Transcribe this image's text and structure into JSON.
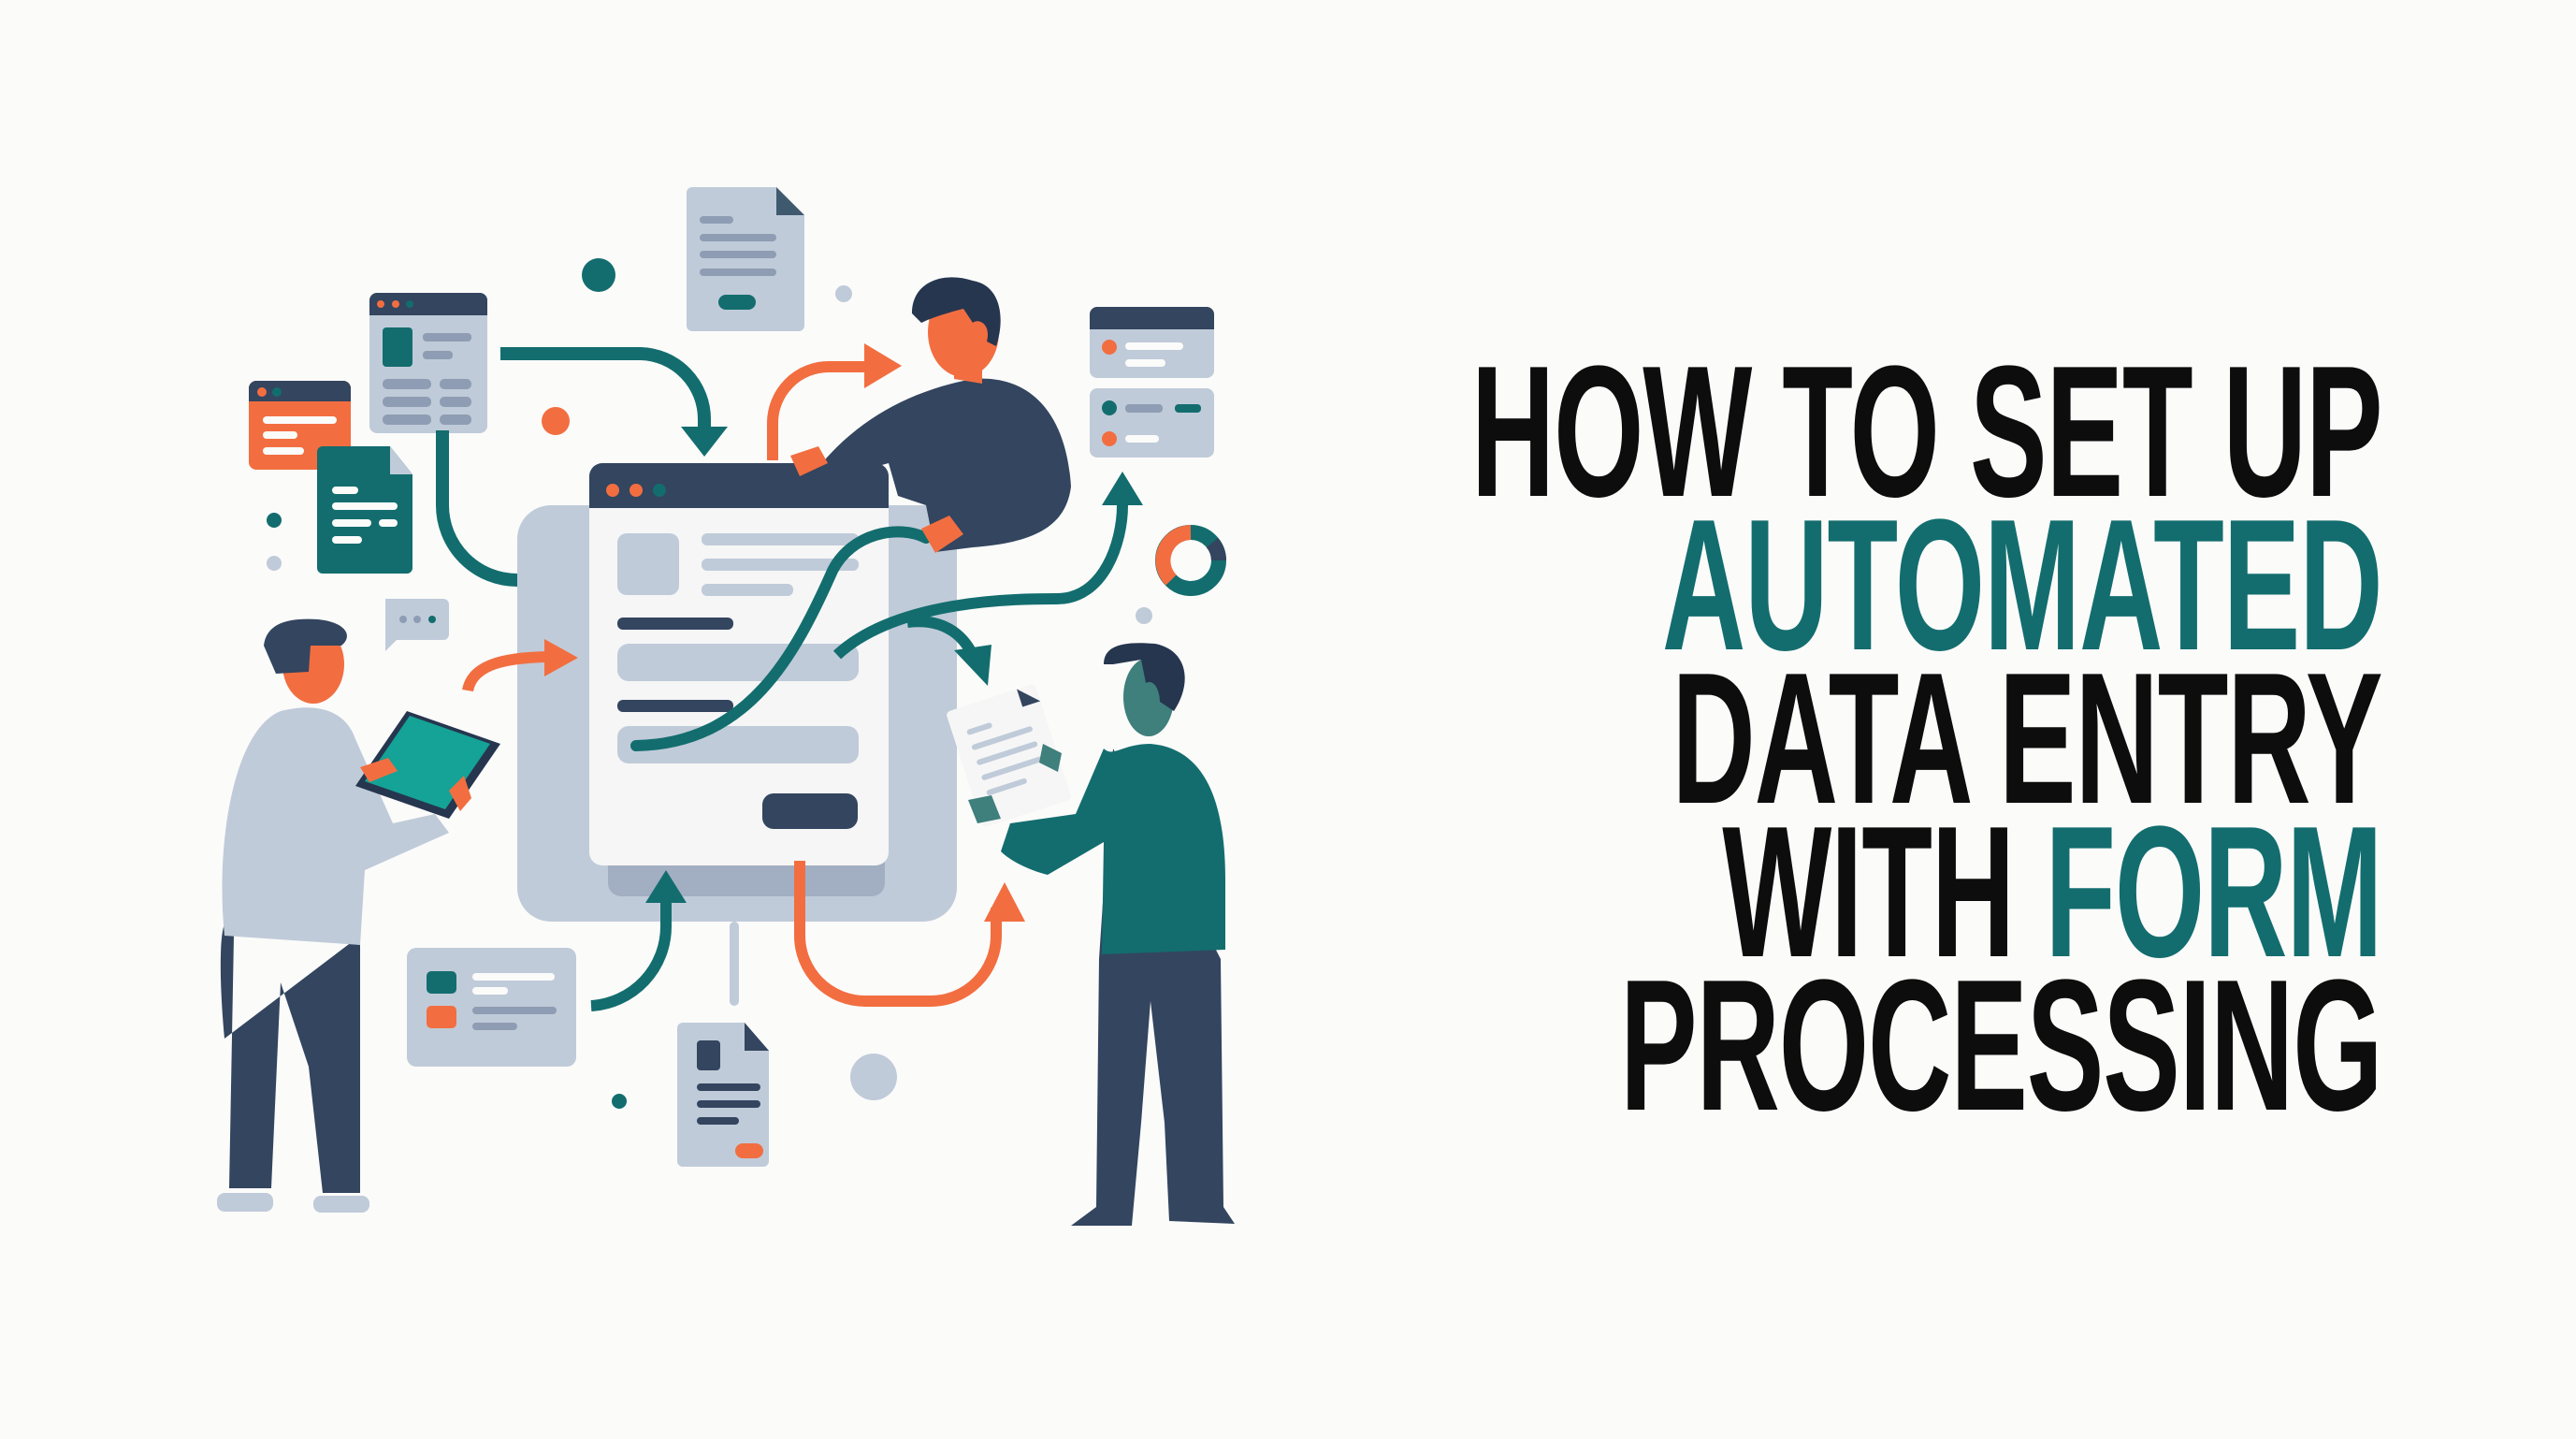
{
  "title": {
    "lines": [
      {
        "segments": [
          {
            "text": "HOW TO SET UP",
            "accent": false
          }
        ]
      },
      {
        "segments": [
          {
            "text": "AUTOMATED",
            "accent": true
          }
        ]
      },
      {
        "segments": [
          {
            "text": "DATA ENTRY",
            "accent": false
          }
        ]
      },
      {
        "segments": [
          {
            "text": "WITH ",
            "accent": false
          },
          {
            "text": "FORM",
            "accent": true
          }
        ]
      },
      {
        "segments": [
          {
            "text": "PROCESSING",
            "accent": false
          }
        ]
      }
    ]
  },
  "colors": {
    "background": "#fbfbfa",
    "text": "#0d0d0d",
    "accent_teal": "#136d6e",
    "accent_orange": "#f26e40",
    "navy": "#33455f",
    "light_gray_blue": "#c0cbd9",
    "mid_gray_blue": "#8e9db3",
    "skin": "#f26e40"
  },
  "illustration": {
    "elements": [
      "central-form-window",
      "person-with-tablet",
      "person-leaning-over-form",
      "person-holding-document",
      "document-icons",
      "browser-window-icons",
      "flow-arrows",
      "donut-chart-icon",
      "chat-bubble-icon",
      "list-card-icons"
    ]
  }
}
